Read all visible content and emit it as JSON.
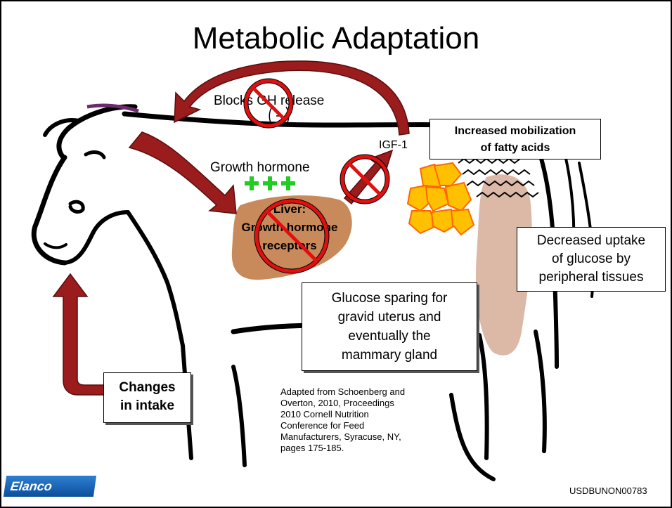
{
  "slide": {
    "title": "Metabolic Adaptation",
    "blocks_gh_release": "Blocks GH release",
    "growth_hormone": "Growth hormone",
    "igf1": "IGF-1",
    "liver_line1": "Liver:",
    "liver_line2": "Growth hormone",
    "liver_line3": "receptors",
    "fatty_acids_line1": "Increased mobilization",
    "fatty_acids_line2": "of fatty acids",
    "glucose_uptake_line1": "Decreased uptake",
    "glucose_uptake_line2": "of glucose by",
    "glucose_uptake_line3": "peripheral tissues",
    "glucose_sparing_line1": "Glucose sparing for",
    "glucose_sparing_line2": "gravid uterus and",
    "glucose_sparing_line3": "eventually the",
    "glucose_sparing_line4": "mammary gland",
    "intake_line1": "Changes",
    "intake_line2": "in intake",
    "citation": "Adapted from Schoenberg and Overton, 2010, Proceedings 2010 Cornell Nutrition Conference for Feed Manufacturers, Syracuse, NY, pages 175-185.",
    "logo": "Elanco",
    "document_code": "USDBUNON00783"
  },
  "colors": {
    "arrow_red": "#9b1c1c",
    "no_symbol_red": "#e01010",
    "plus_green": "#22cc22",
    "liver_brown": "#c98a5b",
    "fat_yellow": "#ffc000",
    "fat_outline": "#ff6600",
    "muscle_tan": "#dcb8a6"
  }
}
